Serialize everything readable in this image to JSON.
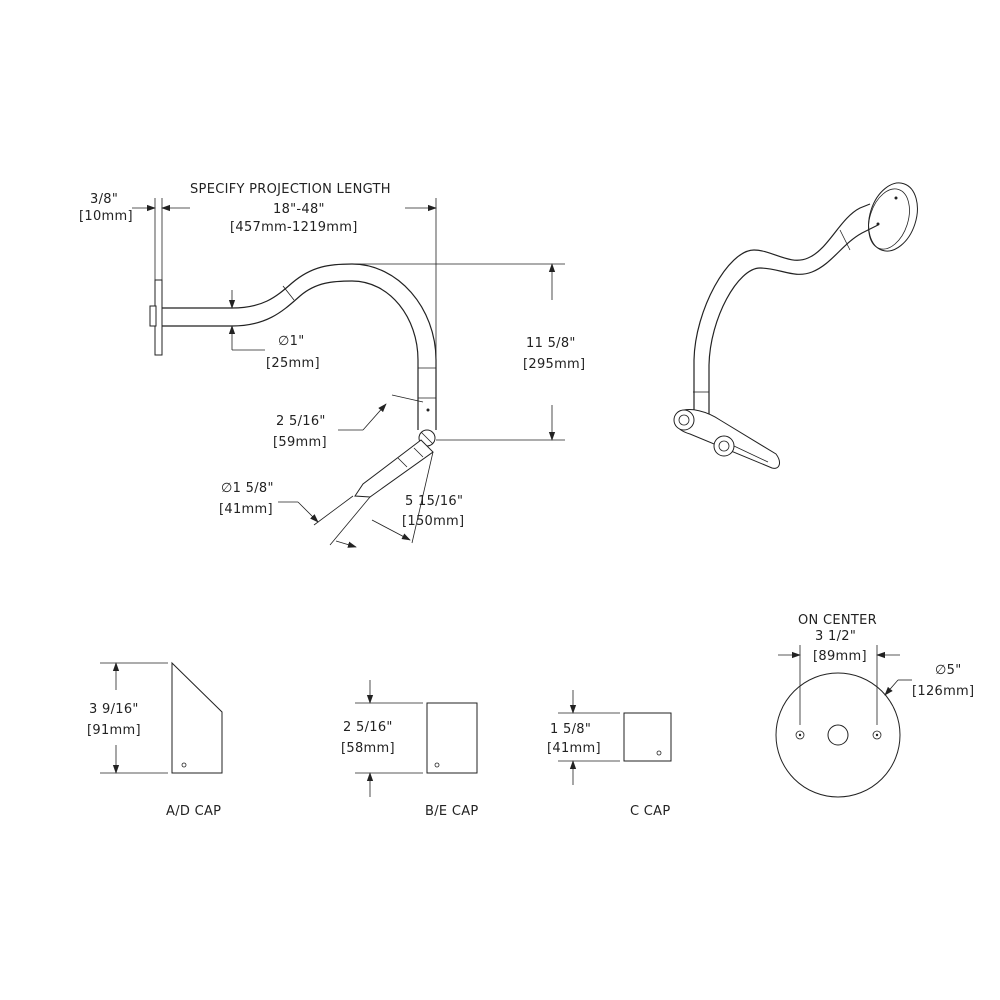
{
  "labels": {
    "projection_title": "SPECIFY PROJECTION LENGTH",
    "projection_range": "18\"-48\"",
    "projection_range_mm": "[457mm-1219mm]",
    "plate_thk": "3/8\"",
    "plate_thk_mm": "[10mm]",
    "tube_dia": "∅1\"",
    "tube_dia_mm": "[25mm]",
    "height": "11 5/8\"",
    "height_mm": "[295mm]",
    "knuckle_len": "2 5/16\"",
    "knuckle_len_mm": "[59mm]",
    "head_dia": "∅1 5/8\"",
    "head_dia_mm": "[41mm]",
    "head_len": "5 15/16\"",
    "head_len_mm": "[150mm]",
    "ad_height": "3 9/16\"",
    "ad_height_mm": "[91mm]",
    "ad_caption": "A/D CAP",
    "be_height": "2 5/16\"",
    "be_height_mm": "[58mm]",
    "be_caption": "B/E CAP",
    "c_height": "1 5/8\"",
    "c_height_mm": "[41mm]",
    "c_caption": "C CAP",
    "on_center_title": "ON CENTER",
    "on_center": "3 1/2\"",
    "on_center_mm": "[89mm]",
    "plate_dia": "∅5\"",
    "plate_dia_mm": "[126mm]"
  },
  "colors": {
    "line": "#222222",
    "background": "#ffffff"
  }
}
